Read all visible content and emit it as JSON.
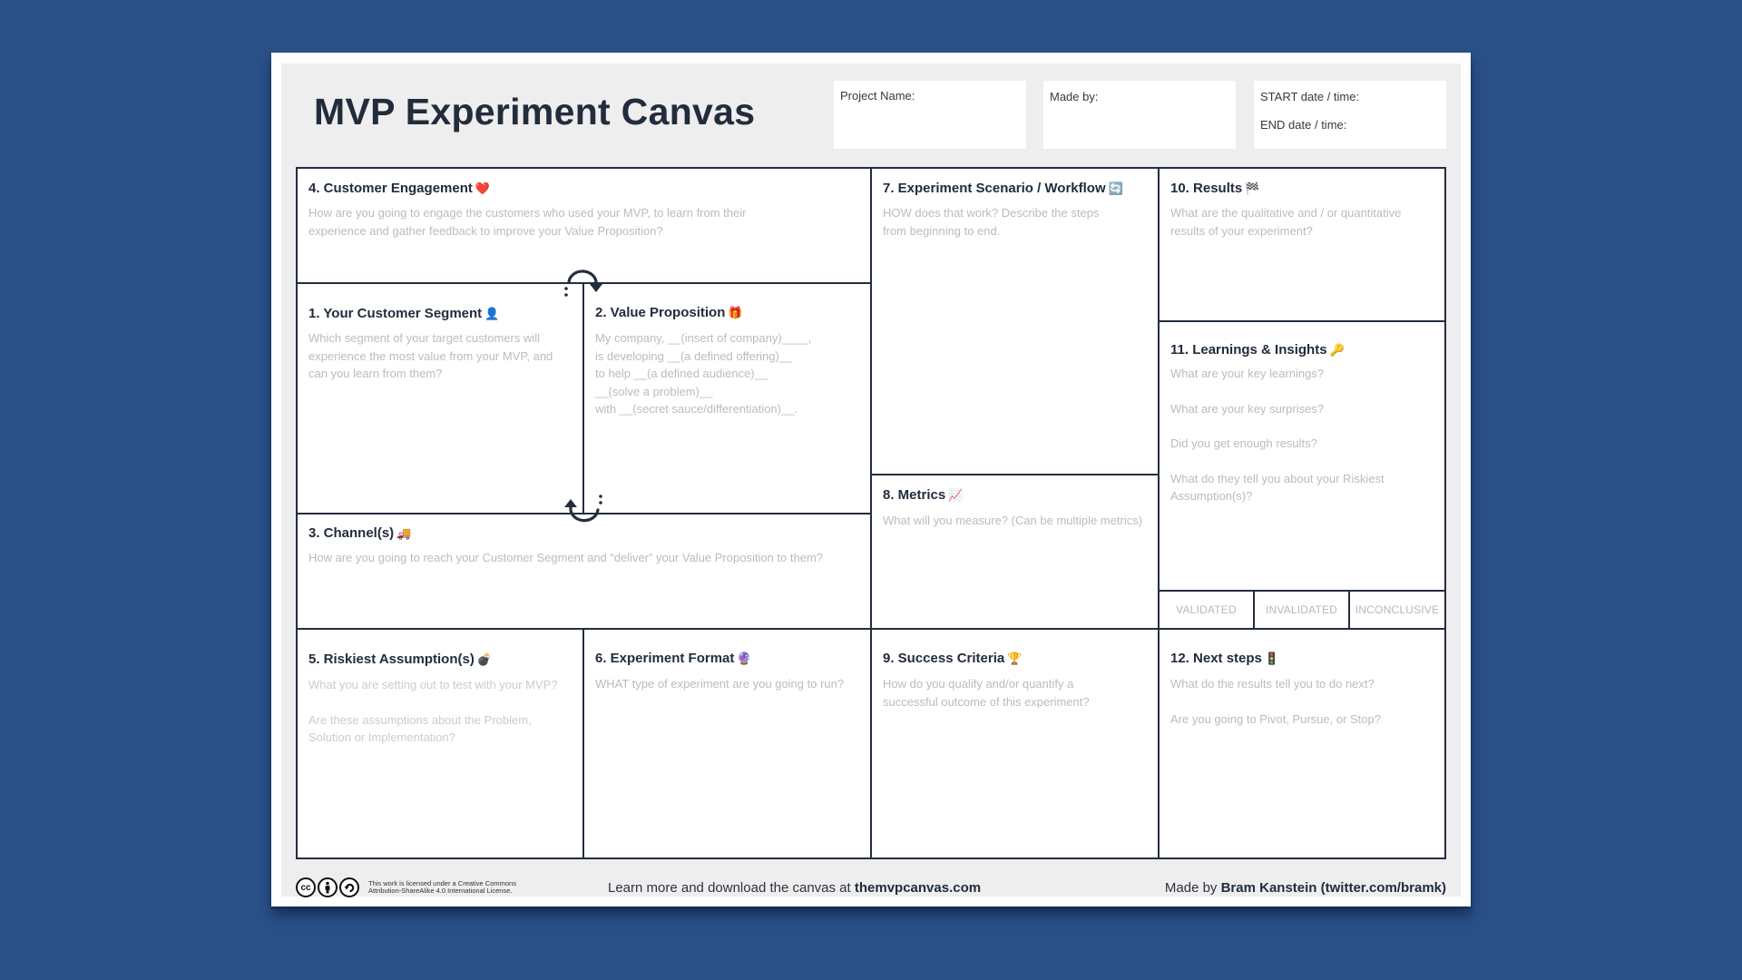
{
  "header": {
    "title": "MVP Experiment Canvas",
    "fields": {
      "project_name_label": "Project Name:",
      "made_by_label": "Made by:",
      "start_label": "START date / time:",
      "end_label": "END date / time:"
    }
  },
  "sections": {
    "customer_engagement": {
      "title": "4. Customer Engagement",
      "icon": "heart-icon",
      "emoji": "❤️",
      "lines": [
        "How are you going to engage the customers who used your MVP, to learn from their",
        "experience and gather feedback to improve your Value Proposition?"
      ]
    },
    "customer_segment": {
      "title": "1. Your Customer Segment",
      "icon": "person-silhouette-icon",
      "emoji": "👤",
      "lines": [
        "Which segment of your target customers will",
        "experience the most value from your MVP, and",
        "can you learn from them?"
      ]
    },
    "value_proposition": {
      "title": "2. Value Proposition",
      "icon": "gift-icon",
      "emoji": "🎁",
      "lines": [
        "My company, __(insert of company)____,",
        "is developing __(a defined offering)__",
        "to help __(a defined audience)__",
        "__(solve a problem)__",
        "with __(secret sauce/differentiation)__."
      ]
    },
    "channels": {
      "title": "3. Channel(s)",
      "icon": "delivery-truck-icon",
      "emoji": "🚚",
      "lines": [
        "How are you going to reach your Customer Segment and “deliver” your Value Proposition to them?"
      ]
    },
    "riskiest_assumptions": {
      "title": "5. Riskiest Assumption(s)",
      "icon": "bomb-icon",
      "emoji": "💣",
      "lines": [
        "What you are setting out to test with your MVP?"
      ],
      "lines2": [
        "Are these assumptions about the Problem,",
        "Solution or Implementation?"
      ]
    },
    "experiment_format": {
      "title": "6. Experiment Format",
      "icon": "crystal-ball-icon",
      "emoji": "🔮",
      "lines": [
        "WHAT type of experiment are you going to run?"
      ]
    },
    "experiment_scenario": {
      "title": "7. Experiment Scenario / Workflow",
      "icon": "refresh-arrows-icon",
      "emoji": "🔄",
      "lines": [
        "HOW does that work? Describe the steps",
        "from beginning to end."
      ]
    },
    "metrics": {
      "title": "8. Metrics",
      "icon": "chart-increasing-icon",
      "emoji": "📈",
      "lines": [
        "What will you measure? (Can be multiple metrics)"
      ]
    },
    "success_criteria": {
      "title": "9. Success Criteria",
      "icon": "trophy-icon",
      "emoji": "🏆",
      "lines": [
        "How do you qualify and/or quantify a",
        "successful outcome of this experiment?"
      ]
    },
    "results": {
      "title": "10. Results",
      "icon": "checkered-flag-icon",
      "emoji": "🏁",
      "lines": [
        "What are the qualitative and / or quantitative",
        "results of your experiment?"
      ]
    },
    "learnings": {
      "title": "11. Learnings & Insights",
      "icon": "key-icon",
      "emoji": "🔑",
      "q1": "What are your key learnings?",
      "q2": "What are your key surprises?",
      "q3": "Did you get enough results?",
      "q4a": "What do they tell you about your Riskiest",
      "q4b": "Assumption(s)?"
    },
    "validation": {
      "options": [
        "VALIDATED",
        "INVALIDATED",
        "INCONCLUSIVE"
      ]
    },
    "next_steps": {
      "title": "12. Next steps",
      "icon": "traffic-light-icon",
      "emoji": "🚦",
      "q1": "What do the results tell you to do next?",
      "q2": "Are you going to Pivot, Pursue, or Stop?"
    }
  },
  "footer": {
    "license_line1": "This work is licensed under a Creative Commons",
    "license_line2": "Attribution-ShareAlike 4.0 International License.",
    "cc_icons": [
      "cc",
      "by",
      "sa"
    ],
    "learn_more_prefix": "Learn more and download the canvas at ",
    "learn_more_link": "themvpcanvas.com",
    "made_by_prefix": "Made by ",
    "made_by_author": "Bram Kanstein (twitter.com/bramk)"
  },
  "colors": {
    "background": "#2a5088",
    "panel": "#eeeeee",
    "ink": "#222c3c",
    "border": "#232d3f",
    "hint_text": "#b8bcc2"
  }
}
